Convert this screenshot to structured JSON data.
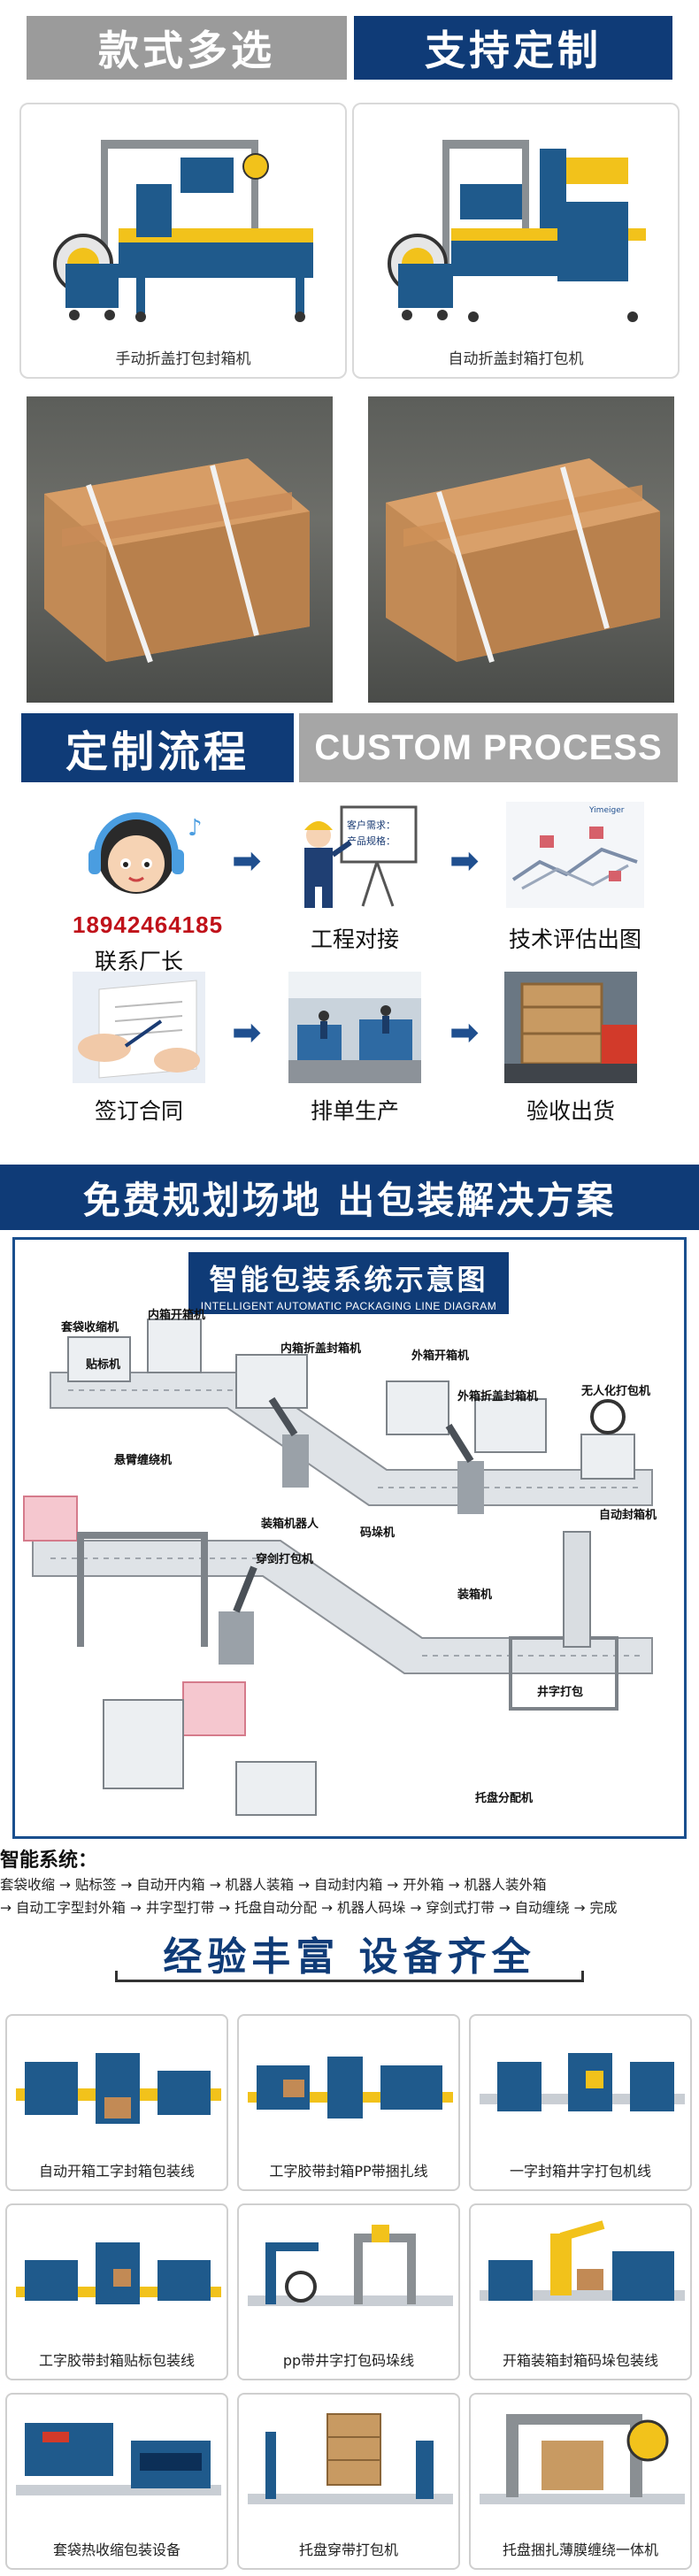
{
  "banner": {
    "left": "款式多选",
    "right": "支持定制"
  },
  "machines": [
    {
      "caption": "手动折盖打包封箱机"
    },
    {
      "caption": "自动折盖封箱打包机"
    }
  ],
  "process": {
    "title_cn": "定制流程",
    "title_en": "CUSTOM PROCESS",
    "phone": "18942464185",
    "steps": [
      {
        "label": "联系厂长"
      },
      {
        "label": "工程对接"
      },
      {
        "label": "技术评估出图"
      },
      {
        "label": "签订合同"
      },
      {
        "label": "排单生产"
      },
      {
        "label": "验收出货"
      }
    ],
    "board_lines": [
      "客户需求：",
      "产品规格："
    ]
  },
  "planning": {
    "title": "免费规划场地 出包装解决方案"
  },
  "diagram": {
    "title": "智能包装系统示意图",
    "subtitle": "INTELLIGENT AUTOMATIC PACKAGING LINE DIAGRAM",
    "labels": {
      "l1": "套袋收缩机",
      "l2": "内箱开箱机",
      "l3": "贴标机",
      "l4": "内箱折盖封箱机",
      "l5": "外箱开箱机",
      "l6": "外箱折盖封箱机",
      "l7": "无人化打包机",
      "l8": "悬臂缠绕机",
      "l9": "自动封箱机",
      "l10": "装箱机器人",
      "l11": "码垛机",
      "l12": "穿剑打包机",
      "l13": "装箱机",
      "l14": "井字打包",
      "l15": "托盘分配机"
    }
  },
  "system": {
    "title": "智能系统：",
    "line1": "套袋收缩 → 贴标签 → 自动开内箱 → 机器人装箱 → 自动封内箱 → 开外箱 → 机器人装外箱",
    "line2": "→ 自动工字型封外箱 → 井字型打带 → 托盘自动分配 → 机器人码垛 → 穿剑式打带 → 自动缠绕 → 完成"
  },
  "experience": {
    "title": "经验丰富  设备齐全",
    "lines": [
      {
        "caption": "自动开箱工字封箱包装线"
      },
      {
        "caption": "工字胶带封箱PP带捆扎线"
      },
      {
        "caption": "一字封箱井字打包机线"
      },
      {
        "caption": "工字胶带封箱贴标包装线"
      },
      {
        "caption": "pp带井字打包码垛线"
      },
      {
        "caption": "开箱装箱封箱码垛包装线"
      },
      {
        "caption": "套袋热收缩包装设备"
      },
      {
        "caption": "托盘穿带打包机"
      },
      {
        "caption": "托盘捆扎薄膜缠绕一体机"
      }
    ]
  },
  "colors": {
    "navy": "#0f3b77",
    "gray": "#9b9b9b",
    "red": "#c0121a",
    "machine_blue": "#1f5a8c",
    "yellow": "#f2c21b"
  }
}
